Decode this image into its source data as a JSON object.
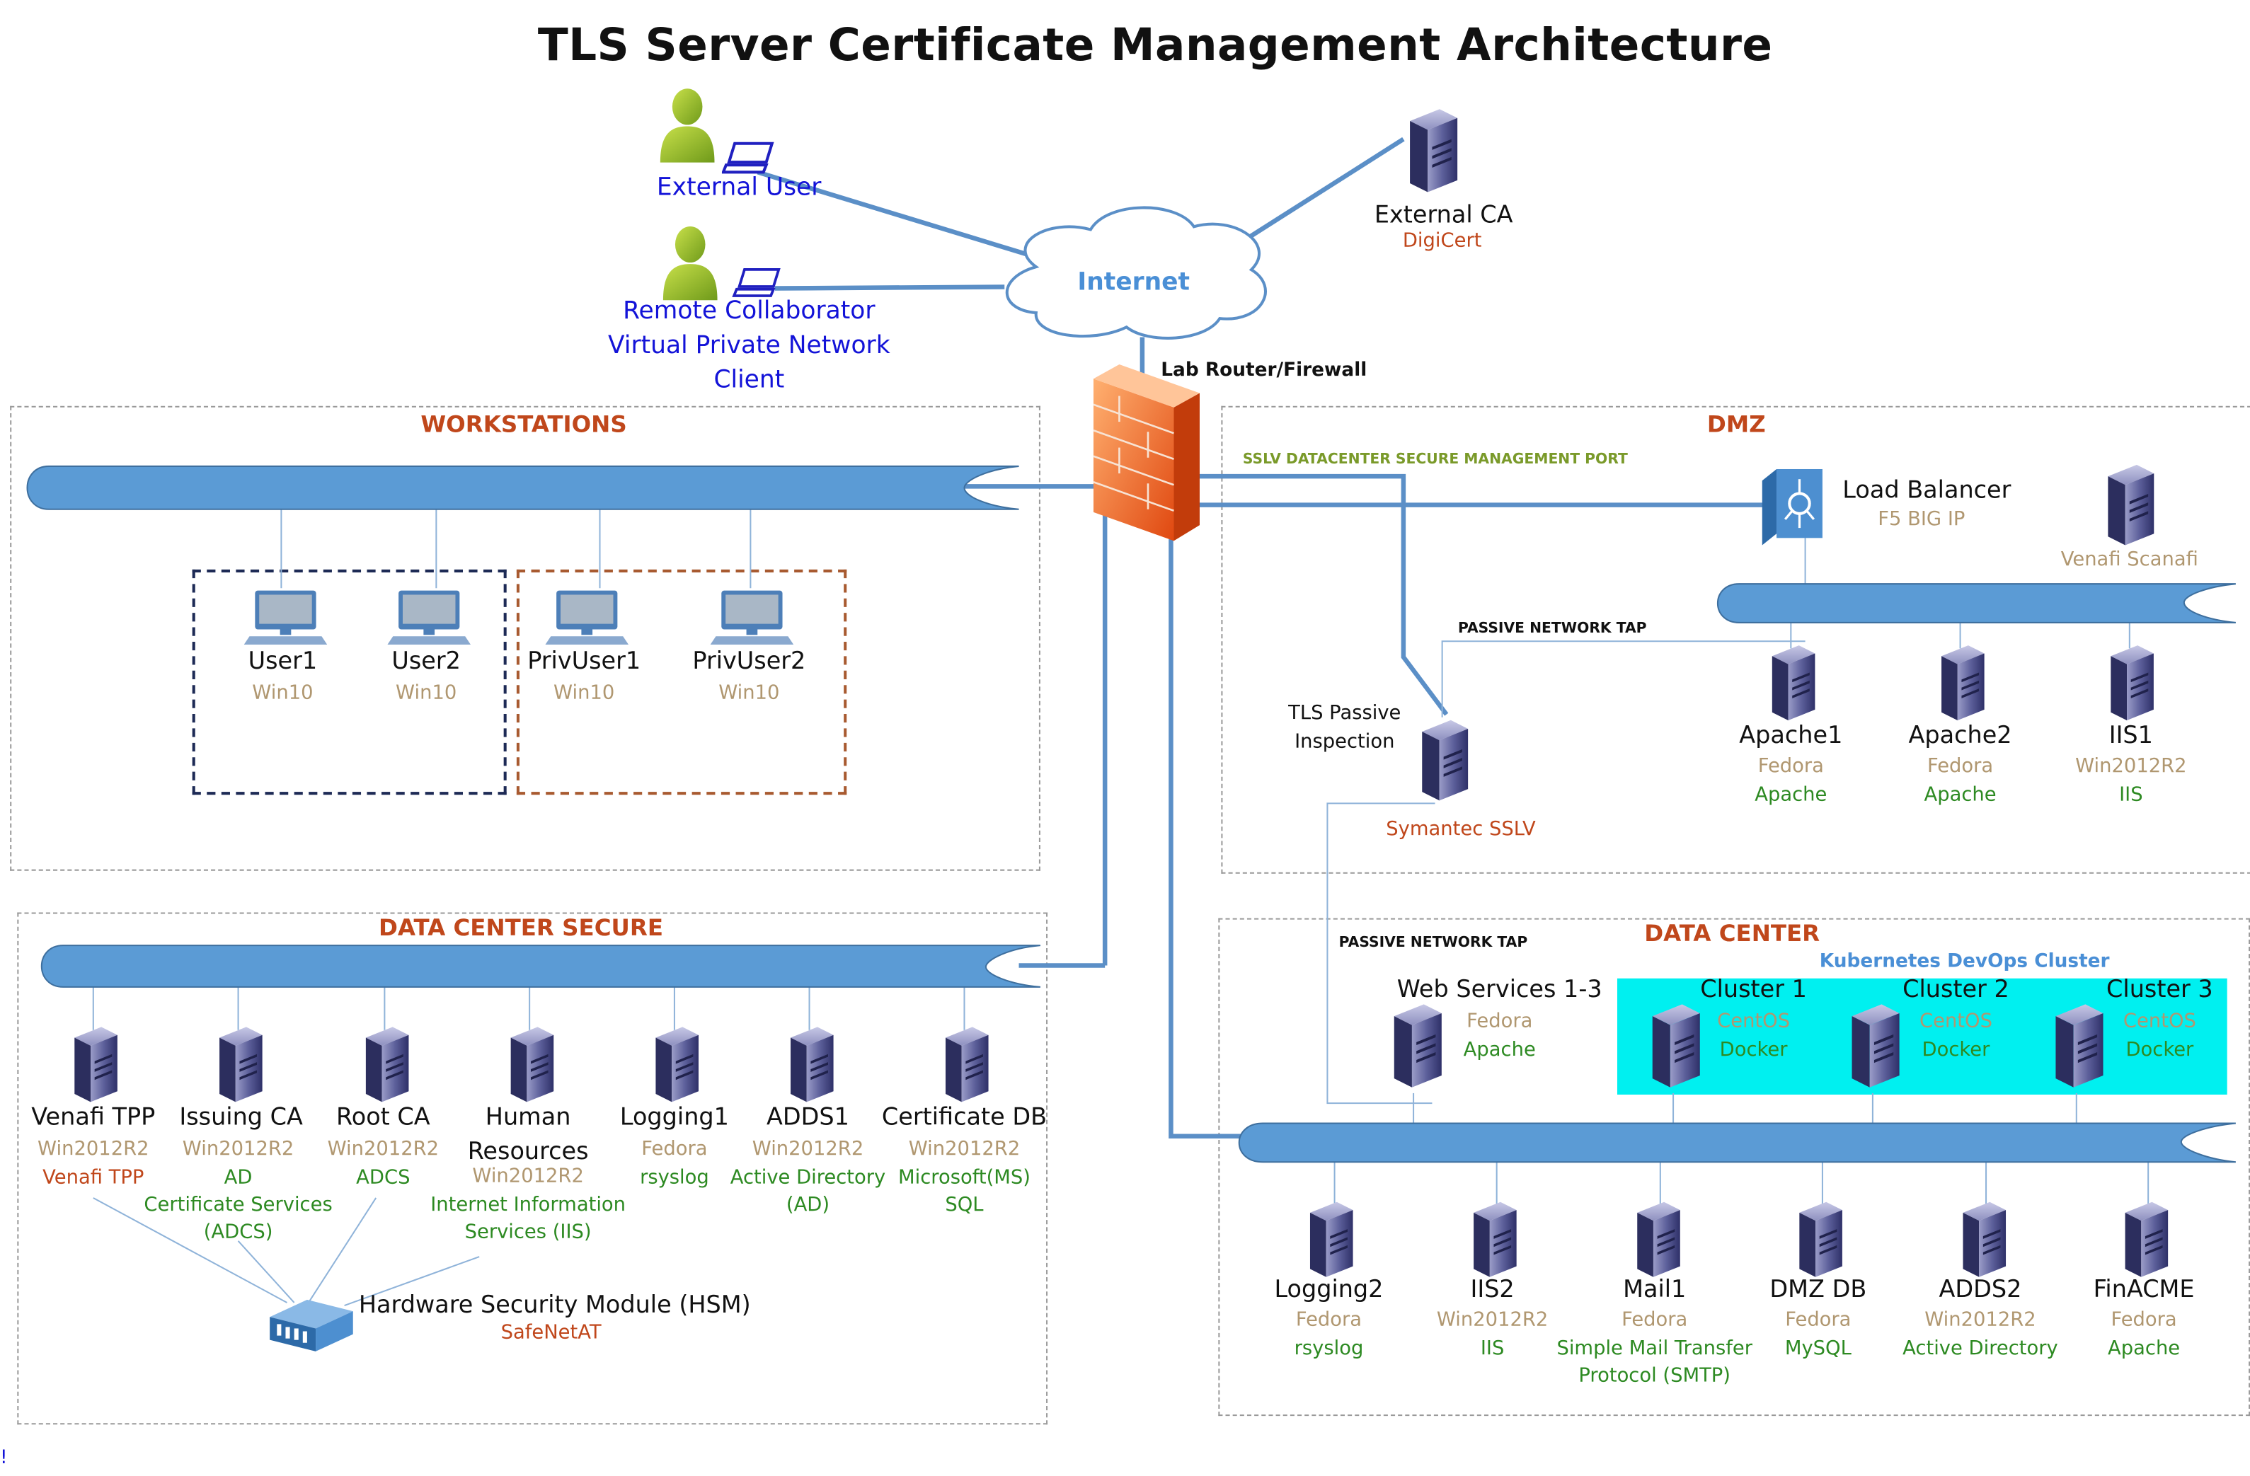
{
  "title": "TLS Server Certificate Management Architecture",
  "colors": {
    "bus": "#5b9bd5",
    "link": "#5b8fc7",
    "section": "#c0471b",
    "os": "#b09770",
    "app": "#2d8a22",
    "k8s_bg": "#00f0f0",
    "user": "#1313d8"
  },
  "external": {
    "external_user": "External User",
    "remote_line1": "Remote Collaborator",
    "remote_line2": "Virtual Private Network",
    "remote_line3": "Client",
    "internet": "Internet",
    "external_ca": "External CA",
    "external_ca_vendor": "DigiCert",
    "router": "Lab Router/Firewall"
  },
  "workstations": {
    "label": "WORKSTATIONS",
    "nodes": [
      {
        "name": "User1",
        "os": "Win10"
      },
      {
        "name": "User2",
        "os": "Win10"
      },
      {
        "name": "PrivUser1",
        "os": "Win10"
      },
      {
        "name": "PrivUser2",
        "os": "Win10"
      }
    ]
  },
  "dmz": {
    "label": "DMZ",
    "sslv_port": "SSLV DATACENTER  SECURE MANAGEMENT PORT",
    "load_balancer": {
      "name": "Load Balancer",
      "product": "F5 BIG IP"
    },
    "scanafi": "Venafi Scanafi",
    "tap": "PASSIVE NETWORK TAP",
    "inspection_line1": "TLS Passive",
    "inspection_line2": "Inspection",
    "sslv": "Symantec SSLV",
    "servers": [
      {
        "name": "Apache1",
        "os": "Fedora",
        "app": "Apache"
      },
      {
        "name": "Apache2",
        "os": "Fedora",
        "app": "Apache"
      },
      {
        "name": "IIS1",
        "os": "Win2012R2",
        "app": "IIS"
      }
    ]
  },
  "dcs": {
    "label": "DATA CENTER SECURE",
    "nodes": [
      {
        "name": "Venafi TPP",
        "os": "Win2012R2",
        "app": "Venafi TPP"
      },
      {
        "name": "Issuing CA",
        "os": "Win2012R2",
        "app1": "AD",
        "app2": "Certificate Services",
        "app3": "(ADCS)"
      },
      {
        "name": "Root CA",
        "os": "Win2012R2",
        "app": "ADCS"
      },
      {
        "name1": "Human",
        "name2": "Resources",
        "os": "Win2012R2",
        "app1": "Internet Information",
        "app2": "Services (IIS)"
      },
      {
        "name": "Logging1",
        "os": "Fedora",
        "app": "rsyslog"
      },
      {
        "name": "ADDS1",
        "os": "Win2012R2",
        "app1": "Active Directory",
        "app2": "(AD)"
      },
      {
        "name": "Certificate DB",
        "os": "Win2012R2",
        "app1": "Microsoft(MS)",
        "app2": "SQL"
      }
    ],
    "hsm": {
      "name": "Hardware Security Module (HSM)",
      "vendor": "SafeNetAT"
    }
  },
  "dc": {
    "label": "DATA CENTER",
    "tap": "PASSIVE NETWORK TAP",
    "k8s_label": "Kubernetes DevOps Cluster",
    "web": {
      "name": "Web Services 1-3",
      "os": "Fedora",
      "app": "Apache"
    },
    "clusters": [
      {
        "name": "Cluster 1",
        "os": "CentOS",
        "app": "Docker"
      },
      {
        "name": "Cluster 2",
        "os": "CentOS",
        "app": "Docker"
      },
      {
        "name": "Cluster 3",
        "os": "CentOS",
        "app": "Docker"
      }
    ],
    "nodes": [
      {
        "name": "Logging2",
        "os": "Fedora",
        "app": "rsyslog"
      },
      {
        "name": "IIS2",
        "os": "Win2012R2",
        "app": "IIS"
      },
      {
        "name": "Mail1",
        "os": "Fedora",
        "app1": "Simple Mail Transfer",
        "app2": "Protocol (SMTP)"
      },
      {
        "name": "DMZ DB",
        "os": "Fedora",
        "app": "MySQL"
      },
      {
        "name": "ADDS2",
        "os": "Win2012R2",
        "app": "Active Directory"
      },
      {
        "name": "FinACME",
        "os": "Fedora",
        "app": "Apache"
      }
    ]
  },
  "corner_mark": "!"
}
